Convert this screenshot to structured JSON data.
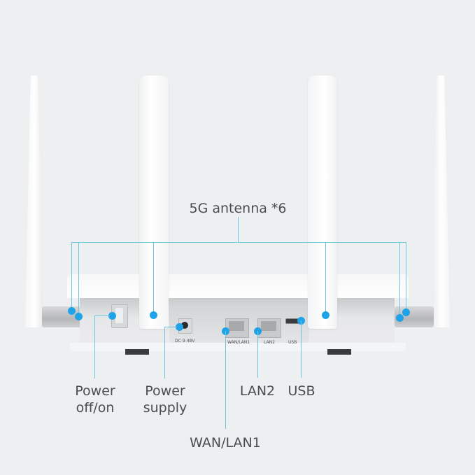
{
  "title": "5G antenna *6",
  "callouts": [
    {
      "id": "power-switch",
      "label_line1": "Power",
      "label_line2": "off/on"
    },
    {
      "id": "power-supply",
      "label_line1": "Power",
      "label_line2": "supply"
    },
    {
      "id": "wan-lan1",
      "label": "WAN/LAN1"
    },
    {
      "id": "lan2",
      "label": "LAN2"
    },
    {
      "id": "usb",
      "label": "USB"
    }
  ],
  "device_port_labels": {
    "dc": "DC 9-48V",
    "wan": "WAN/LAN1",
    "lan2": "LAN2",
    "usb": "USB"
  },
  "colors": {
    "background": "#eeeff1",
    "callout_line": "#6cc4dd",
    "callout_dot": "#1fa3e8",
    "text": "#4a4d52"
  }
}
